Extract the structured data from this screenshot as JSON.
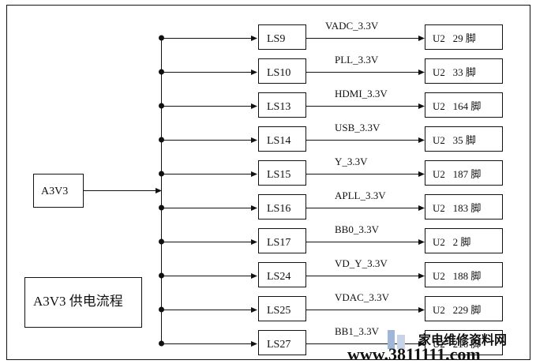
{
  "title": "A3V3 供电流程",
  "source": {
    "label": "A3V3"
  },
  "rails": [
    {
      "switch": "LS9",
      "net": "VADC_3.3V",
      "target": "U2   29 脚"
    },
    {
      "switch": "LS10",
      "net": "PLL_3.3V",
      "target": "U2   33 脚"
    },
    {
      "switch": "LS13",
      "net": "HDMI_3.3V",
      "target": "U2   164 脚"
    },
    {
      "switch": "LS14",
      "net": "USB_3.3V",
      "target": "U2   35 脚"
    },
    {
      "switch": "LS15",
      "net": "Y_3.3V",
      "target": "U2   187 脚"
    },
    {
      "switch": "LS16",
      "net": "APLL_3.3V",
      "target": "U2   183 脚"
    },
    {
      "switch": "LS17",
      "net": "BB0_3.3V",
      "target": "U2   2 脚"
    },
    {
      "switch": "LS24",
      "net": "VD_Y_3.3V",
      "target": "U2   188 脚"
    },
    {
      "switch": "LS25",
      "net": "VDAC_3.3V",
      "target": "U2   229 脚"
    },
    {
      "switch": "LS27",
      "net": "BB1_3.3V",
      "target": "U2   216 脚"
    }
  ],
  "watermark": {
    "top": "家电维修资料网",
    "url": "www.3811111.com",
    "url_color": "#1f5fa8",
    "top_color": "#6f93c8"
  }
}
